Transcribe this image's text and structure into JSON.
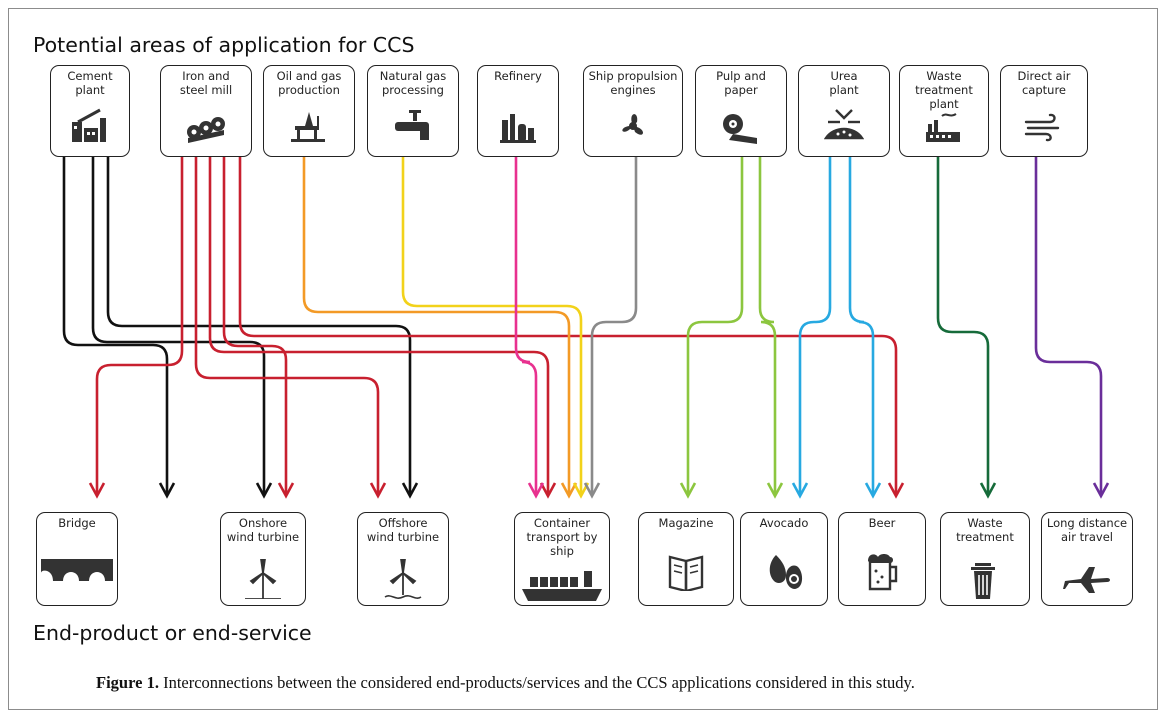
{
  "title": "Potential areas of application for CCS",
  "bottom_title": "End-product or end-service",
  "caption": {
    "label": "Figure 1.",
    "text": "Interconnections between the considered end-products/services and the CCS applications considered in this study."
  },
  "sources": [
    {
      "id": "cement",
      "label": "Cement\nplant",
      "icon": "factory-icon"
    },
    {
      "id": "iron",
      "label": "Iron and\nsteel mill",
      "icon": "steel-pipes-icon"
    },
    {
      "id": "oilgas",
      "label": "Oil and gas\nproduction",
      "icon": "oil-rig-icon"
    },
    {
      "id": "natgas",
      "label": "Natural gas\nprocessing",
      "icon": "valve-icon"
    },
    {
      "id": "refinery",
      "label": "Refinery",
      "icon": "refinery-icon"
    },
    {
      "id": "ship",
      "label": "Ship propulsion\nengines",
      "icon": "propeller-icon"
    },
    {
      "id": "pulp",
      "label": "Pulp and\npaper",
      "icon": "paper-roll-icon"
    },
    {
      "id": "urea",
      "label": "Urea\nplant",
      "icon": "urea-icon"
    },
    {
      "id": "waste",
      "label": "Waste\ntreatment plant",
      "icon": "waste-plant-icon"
    },
    {
      "id": "dac",
      "label": "Direct air\ncapture",
      "icon": "wind-icon"
    }
  ],
  "targets": [
    {
      "id": "bridge",
      "label": "Bridge",
      "icon": "bridge-icon"
    },
    {
      "id": "onshore",
      "label": "Onshore\nwind turbine",
      "icon": "wind-turbine-icon"
    },
    {
      "id": "offshore",
      "label": "Offshore\nwind turbine",
      "icon": "offshore-turbine-icon"
    },
    {
      "id": "container",
      "label": "Container\ntransport by\nship",
      "icon": "container-ship-icon"
    },
    {
      "id": "magazine",
      "label": "Magazine",
      "icon": "magazine-icon"
    },
    {
      "id": "avocado",
      "label": "Avocado",
      "icon": "avocado-icon"
    },
    {
      "id": "beer",
      "label": "Beer",
      "icon": "beer-icon"
    },
    {
      "id": "waste_t",
      "label": "Waste\ntreatment",
      "icon": "trash-bin-icon"
    },
    {
      "id": "air",
      "label": "Long distance\nair travel",
      "icon": "airplane-icon"
    }
  ],
  "colors": {
    "cement": "#111111",
    "iron": "#c8202f",
    "oilgas": "#f39a26",
    "natgas": "#f2d21a",
    "refinery": "#e8318f",
    "ship": "#8a8a8a",
    "pulp": "#8cc63f",
    "urea": "#27a9e1",
    "waste": "#166b3a",
    "dac": "#6a2e9a"
  },
  "connections": [
    {
      "from": "cement",
      "to": "bridge"
    },
    {
      "from": "cement",
      "to": "onshore"
    },
    {
      "from": "cement",
      "to": "offshore"
    },
    {
      "from": "iron",
      "to": "bridge"
    },
    {
      "from": "iron",
      "to": "onshore"
    },
    {
      "from": "iron",
      "to": "offshore"
    },
    {
      "from": "iron",
      "to": "container"
    },
    {
      "from": "iron",
      "to": "beer"
    },
    {
      "from": "oilgas",
      "to": "container"
    },
    {
      "from": "natgas",
      "to": "container"
    },
    {
      "from": "refinery",
      "to": "container"
    },
    {
      "from": "ship",
      "to": "container"
    },
    {
      "from": "pulp",
      "to": "magazine"
    },
    {
      "from": "pulp",
      "to": "avocado"
    },
    {
      "from": "urea",
      "to": "avocado"
    },
    {
      "from": "urea",
      "to": "beer"
    },
    {
      "from": "waste",
      "to": "waste_t"
    },
    {
      "from": "dac",
      "to": "air"
    }
  ]
}
